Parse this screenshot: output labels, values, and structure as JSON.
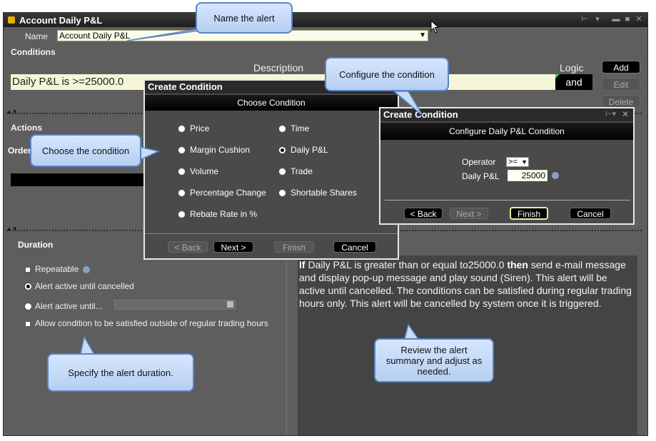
{
  "window": {
    "title": "Account Daily P&L"
  },
  "name_field": {
    "label": "Name",
    "value": "Account Daily P&L"
  },
  "conditions": {
    "section_label": "Conditions",
    "description_header": "Description",
    "logic_header": "Logic",
    "rows": [
      {
        "description": "Daily P&L is >=25000.0",
        "logic": "and"
      }
    ],
    "buttons": {
      "add": "Add",
      "edit": "Edit",
      "delete": "Delete"
    }
  },
  "actions": {
    "section_label": "Actions"
  },
  "orders": {
    "section_label": "Orders"
  },
  "duration": {
    "section_label": "Duration",
    "repeatable": "Repeatable",
    "until_cancelled": "Alert active until cancelled",
    "active_until": "Alert active until...",
    "outside_hours": "Allow condition to be satisfied outside of regular trading hours"
  },
  "summary": {
    "if_word": "If",
    "text_a": " Daily P&L is greater than or equal to25000.0 ",
    "then_word": "then",
    "text_b": " send e-mail message and display pop-up message and play sound (Siren). This alert will be active until cancelled. The conditions can be satisfied during regular trading hours only. This alert will be cancelled by system once it is triggered."
  },
  "choose_dialog": {
    "title": "Create Condition",
    "header": "Choose Condition",
    "options_left": [
      "Price",
      "Margin Cushion",
      "Volume",
      "Percentage Change",
      "Rebate Rate in %"
    ],
    "options_right": [
      "Time",
      "Daily P&L",
      "Trade",
      "Shortable Shares"
    ],
    "selected": "Daily P&L",
    "buttons": {
      "back": "< Back",
      "next": "Next >",
      "finish": "Finish",
      "cancel": "Cancel"
    }
  },
  "configure_dialog": {
    "title": "Create Condition",
    "header": "Configure Daily P&L Condition",
    "operator_label": "Operator",
    "operator_value": ">=",
    "pnl_label": "Daily P&L",
    "pnl_value": "25000",
    "buttons": {
      "back": "< Back",
      "next": "Next >",
      "finish": "Finish",
      "cancel": "Cancel"
    }
  },
  "callouts": {
    "name": "Name the alert",
    "configure": "Configure the condition",
    "choose": "Choose the condition",
    "duration": "Specify the alert duration.",
    "review": "Review the alert summary and adjust as needed."
  },
  "colors": {
    "window_bg": "#5e5e5e",
    "condition_row_bg": "#f5f5d9",
    "callout_bg": "#c6dbf7",
    "callout_border": "#5b84c7",
    "finish_border": "#f1e8a6"
  }
}
